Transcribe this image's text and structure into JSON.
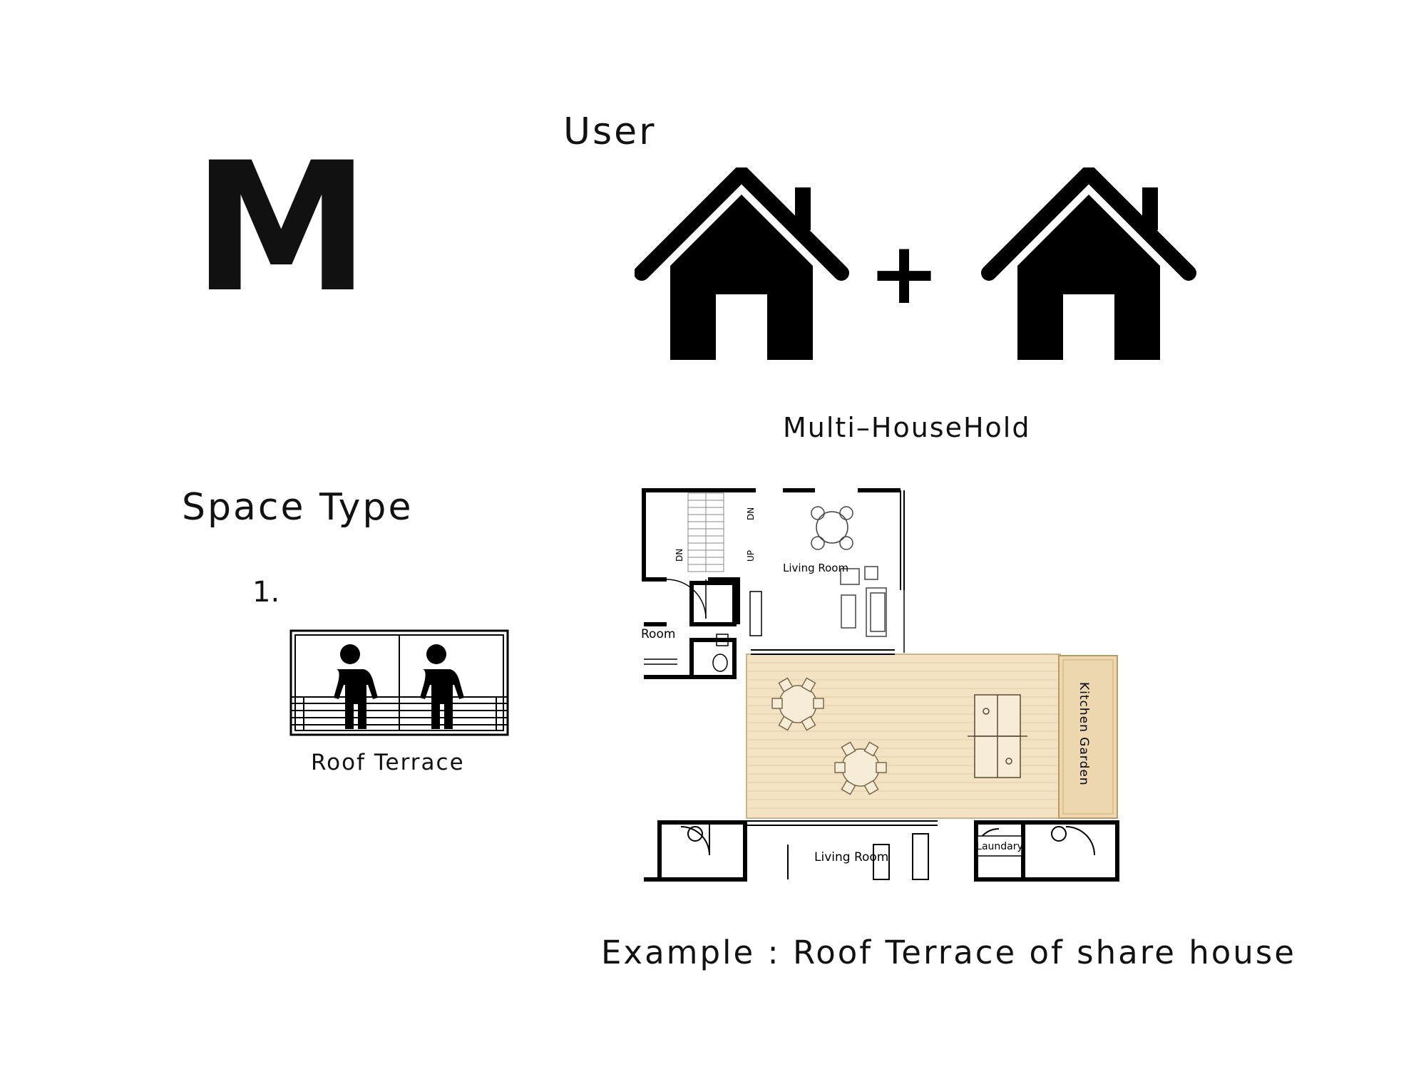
{
  "category_letter": "M",
  "user": {
    "heading": "User",
    "operator": "+",
    "caption": "Multi–HouseHold",
    "icons": [
      "house-icon",
      "house-icon"
    ]
  },
  "space_type": {
    "heading": "Space Type",
    "items": [
      {
        "number": "1.",
        "label": "Roof Terrace",
        "icon": "roof-terrace-people-icon"
      }
    ]
  },
  "example": {
    "caption": "Example : Roof Terrace of share house",
    "plan_labels": {
      "living_room_top": "Living Room",
      "room_partial": "Room",
      "kitchen_garden": "Kitchen Garden",
      "living_room_bottom": "Living Room",
      "laundary": "Laundary",
      "stair_dn_left": "DN",
      "stair_up": "UP",
      "stair_dn_right": "DN"
    },
    "colors": {
      "terrace_deck": "#f3e3c2",
      "garden_bed": "#ecd7ae",
      "wall": "#000000"
    }
  }
}
